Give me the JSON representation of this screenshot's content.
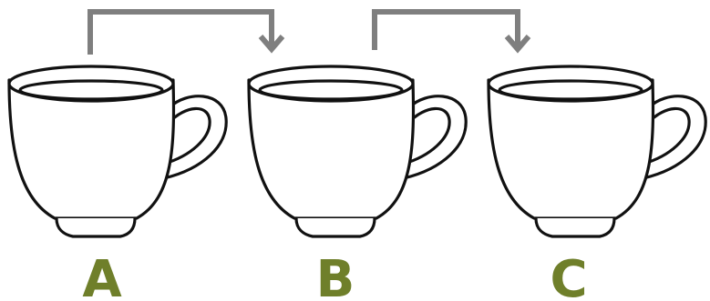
{
  "cups": [
    {
      "id": "cup-a",
      "label": "A"
    },
    {
      "id": "cup-b",
      "label": "B"
    },
    {
      "id": "cup-c",
      "label": "C"
    }
  ],
  "arrows": [
    {
      "from": "A",
      "to": "B"
    },
    {
      "from": "B",
      "to": "C"
    }
  ],
  "colors": {
    "arrow": "#7f7f7f",
    "label": "#6f7f2a",
    "outline": "#111111",
    "background": "#ffffff"
  }
}
